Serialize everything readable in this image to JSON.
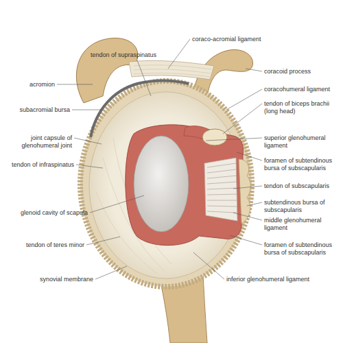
{
  "diagram": {
    "labels": [
      "coraco-acromial ligament",
      "tendon of supraspinatus",
      "coracoid process",
      "acromion",
      "coracohumeral ligament",
      "subacromial bursa",
      "tendon of biceps brachii (long head)",
      "joint capsule of glenohumeral joint",
      "superior glenohumeral ligament",
      "foramen of subtendinous bursa of subscapularis",
      "tendon of infraspinatus",
      "tendon of subscapularis",
      "glenoid cavity of scapula",
      "subtendinous bursa of subscapularis",
      "middle glenohumeral ligament",
      "tendon of teres minor",
      "foramen of subtendinous bursa of subscapularis",
      "synovial membrane",
      "inferior glenohumeral ligament"
    ]
  }
}
